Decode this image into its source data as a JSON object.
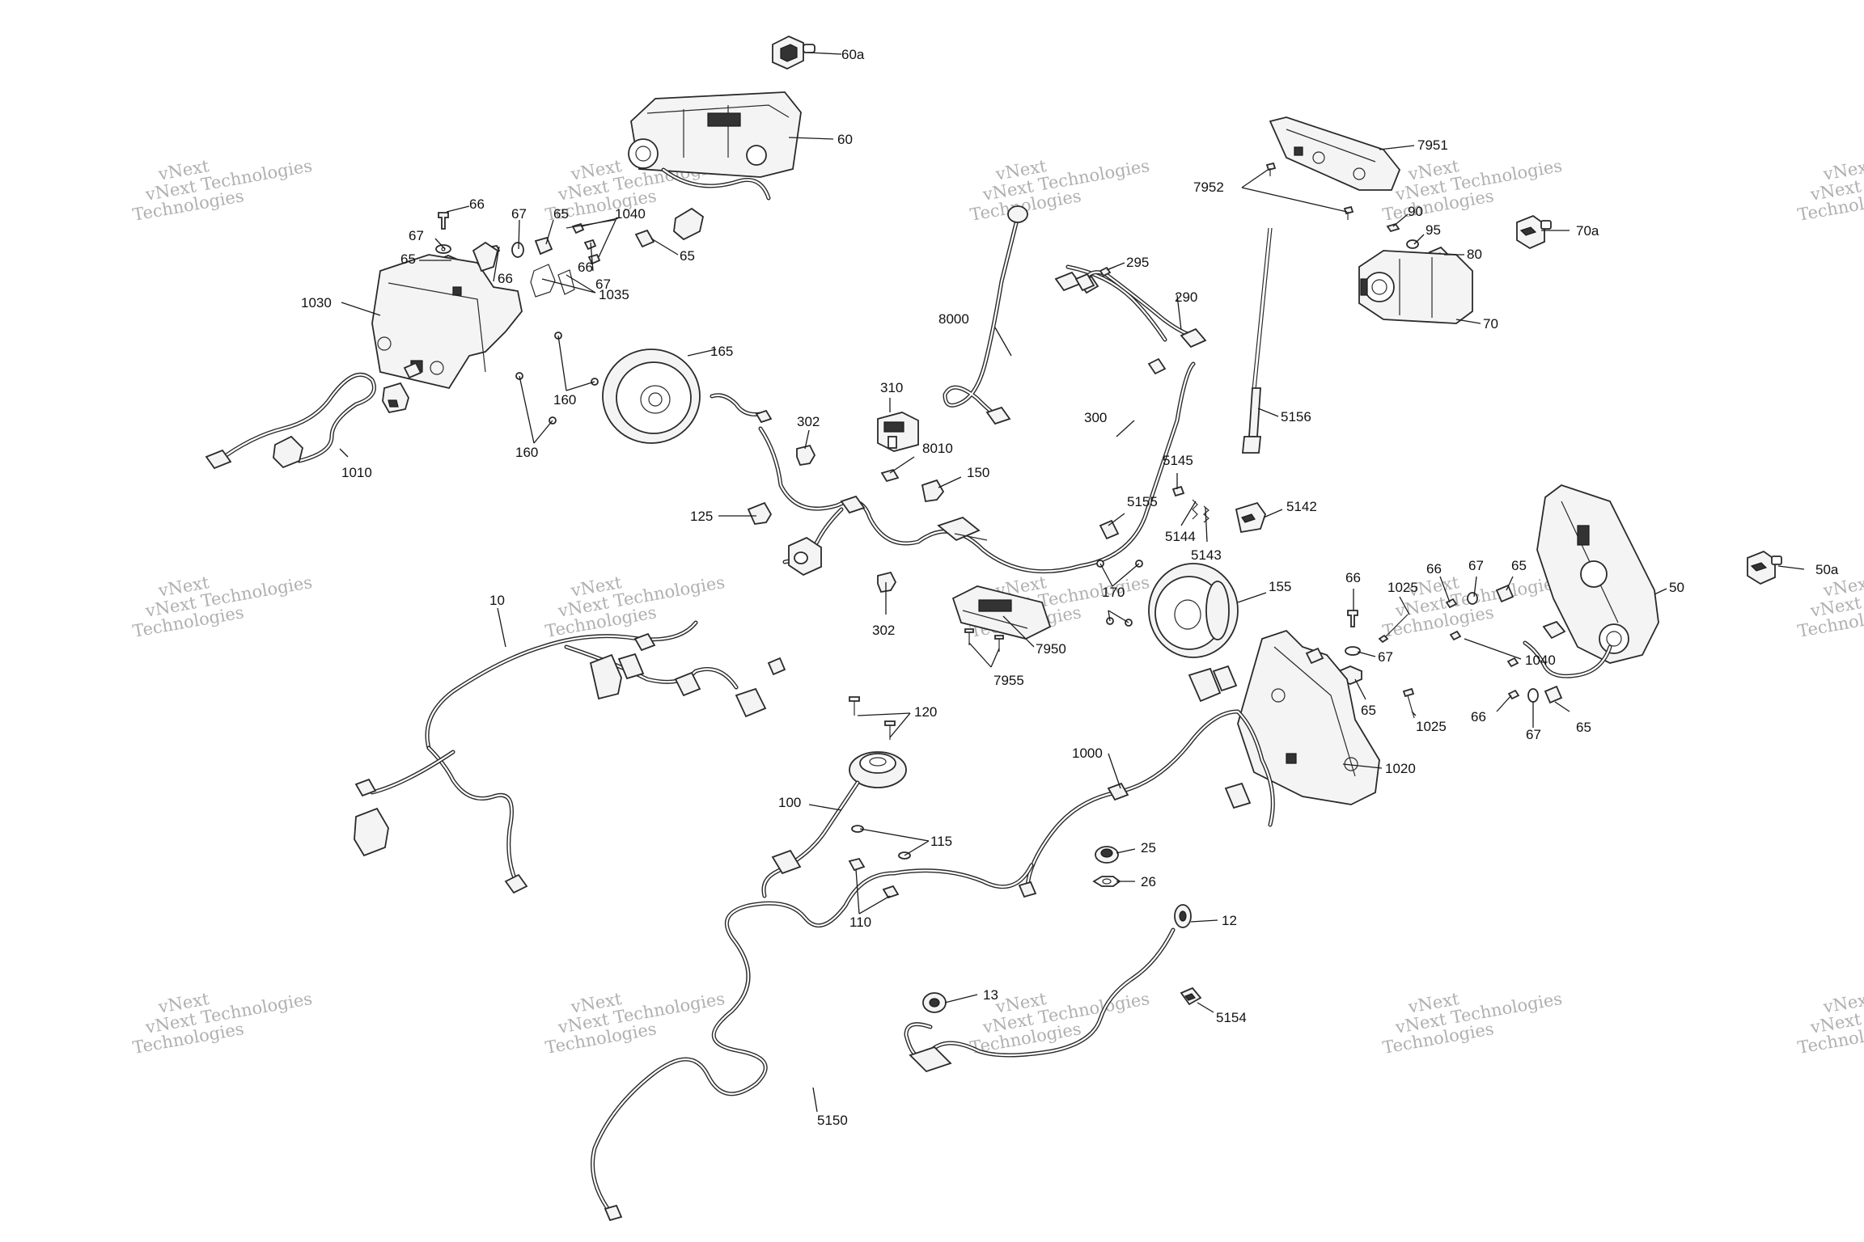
{
  "watermark": {
    "line1": "vNext",
    "line2": "vNext Technologies",
    "line3": "Technologies"
  },
  "labels": {
    "l60a": "60a",
    "l60": "60",
    "l66a": "66",
    "l67a": "67",
    "l65a": "65",
    "l1040a": "1040",
    "l67b": "67",
    "l65b": "65",
    "l66b": "66",
    "l66c": "66",
    "l67c": "67",
    "l65c": "65",
    "l1030": "1030",
    "l1035": "1035",
    "l160a": "160",
    "l160b": "160",
    "l1010": "1010",
    "l165": "165",
    "l310": "310",
    "l302a": "302",
    "l8010": "8010",
    "l150": "150",
    "l125": "125",
    "l302b": "302",
    "l8000": "8000",
    "l295": "295",
    "l290": "290",
    "l300": "300",
    "l7951": "7951",
    "l7952": "7952",
    "l90": "90",
    "l95": "95",
    "l80": "80",
    "l70a": "70a",
    "l70": "70",
    "l5156": "5156",
    "l5145": "5145",
    "l5155": "5155",
    "l5144": "5144",
    "l5143": "5143",
    "l5142": "5142",
    "l170": "170",
    "l155": "155",
    "l7950": "7950",
    "l7955": "7955",
    "l66d": "66",
    "l1025a": "1025",
    "l66e": "66",
    "l67d": "67",
    "l65d": "65",
    "l50": "50",
    "l50a": "50a",
    "l67e": "67",
    "l1040b": "1040",
    "l65e": "65",
    "l1025b": "1025",
    "l66f": "66",
    "l67f": "67",
    "l65f": "65",
    "l1020": "1020",
    "l10": "10",
    "l120": "120",
    "l100": "100",
    "l115": "115",
    "l110": "110",
    "l1000": "1000",
    "l25": "25",
    "l26": "26",
    "l12": "12",
    "l13": "13",
    "l5154": "5154",
    "l5150": "5150"
  },
  "colors": {
    "line": "#1a1a1a",
    "watermark": "#b0b0b0",
    "background": "#ffffff"
  }
}
